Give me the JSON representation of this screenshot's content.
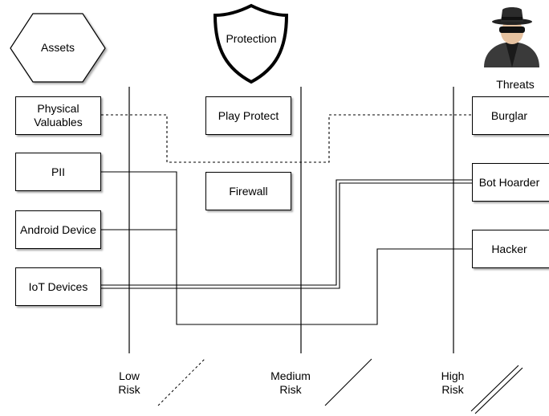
{
  "assets": {
    "title": "Assets",
    "items": [
      "Physical Valuables",
      "PII",
      "Android Device",
      "IoT Devices"
    ]
  },
  "protection": {
    "title": "Protection",
    "items": [
      "Play Protect",
      "Firewall"
    ]
  },
  "threats": {
    "title": "Threats",
    "icon": "hacker-icon",
    "items": [
      "Burglar",
      "Bot Hoarder",
      "Hacker"
    ]
  },
  "risk_levels": [
    {
      "line1": "Low",
      "line2": "Risk",
      "style": "dashed"
    },
    {
      "line1": "Medium",
      "line2": "Risk",
      "style": "single"
    },
    {
      "line1": "High",
      "line2": "Risk",
      "style": "double"
    }
  ]
}
